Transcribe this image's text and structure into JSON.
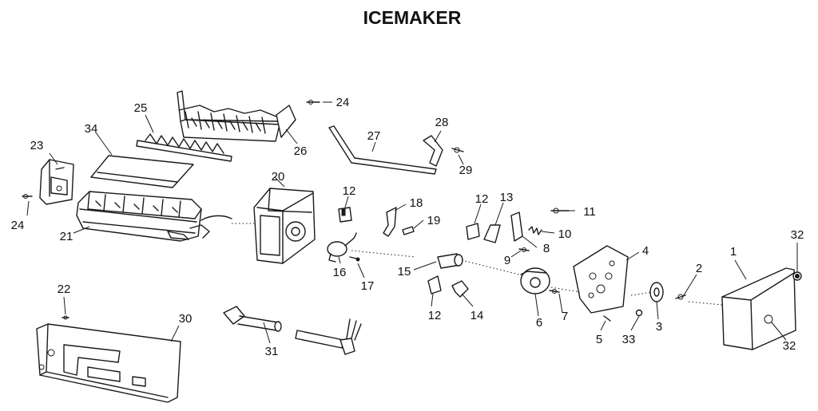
{
  "title": "ICEMAKER",
  "callouts": {
    "p1": "1",
    "p2": "2",
    "p3": "3",
    "p4": "4",
    "p5": "5",
    "p6": "6",
    "p7": "7",
    "p8": "8",
    "p9": "9",
    "p10": "10",
    "p11": "11",
    "p12a": "12",
    "p12b": "12",
    "p12c": "12",
    "p13": "13",
    "p14": "14",
    "p15": "15",
    "p16": "16",
    "p17": "17",
    "p18": "18",
    "p19": "19",
    "p20": "20",
    "p21": "21",
    "p22": "22",
    "p23": "23",
    "p24a": "24",
    "p24b": "24",
    "p25": "25",
    "p26": "26",
    "p27": "27",
    "p28": "28",
    "p29": "29",
    "p30": "30",
    "p31": "31",
    "p32a": "32",
    "p32b": "32",
    "p33": "33",
    "p34": "34"
  }
}
